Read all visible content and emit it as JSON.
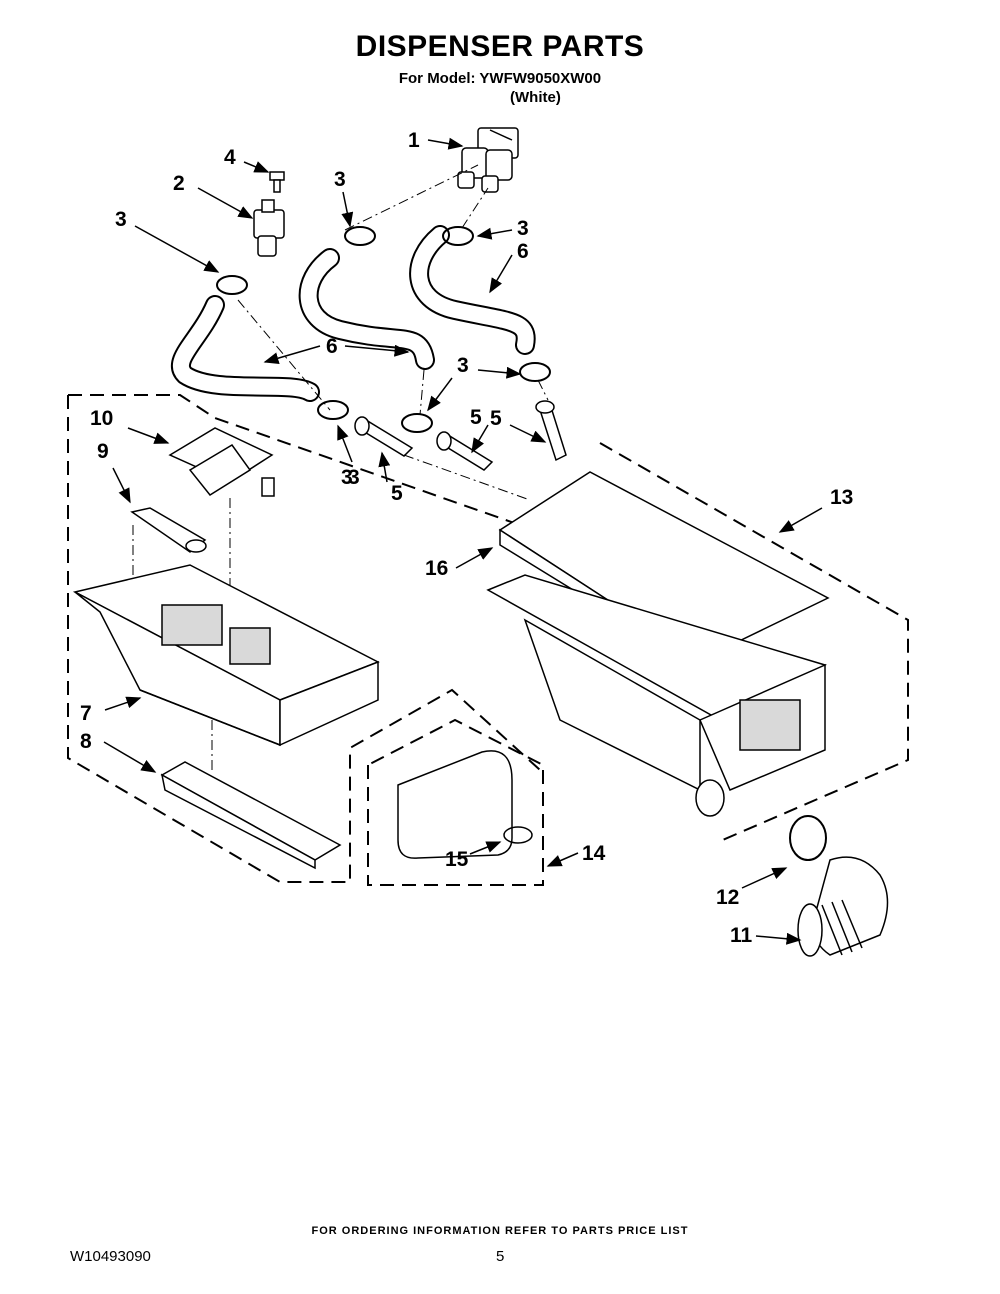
{
  "header": {
    "title": "DISPENSER PARTS",
    "model_line": "For Model: YWFW9050XW00",
    "variant": "(White)"
  },
  "callouts": [
    {
      "label": "1"
    },
    {
      "label": "2"
    },
    {
      "label": "3"
    },
    {
      "label": "4"
    },
    {
      "label": "3"
    },
    {
      "label": "3"
    },
    {
      "label": "6"
    },
    {
      "label": "6"
    },
    {
      "label": "3"
    },
    {
      "label": "3"
    },
    {
      "label": "5"
    },
    {
      "label": "5"
    },
    {
      "label": "10"
    },
    {
      "label": "9"
    },
    {
      "label": "3"
    },
    {
      "label": "5"
    },
    {
      "label": "13"
    },
    {
      "label": "16"
    },
    {
      "label": "7"
    },
    {
      "label": "8"
    },
    {
      "label": "15"
    },
    {
      "label": "14"
    },
    {
      "label": "12"
    },
    {
      "label": "11"
    }
  ],
  "footer": {
    "ordering_note": "FOR ORDERING INFORMATION REFER TO PARTS PRICE LIST",
    "doc_number": "W10493090",
    "page_number": "5"
  },
  "colors": {
    "ink": "#000000",
    "part_fill": "#ffffff",
    "shade": "#d9d9d9"
  }
}
